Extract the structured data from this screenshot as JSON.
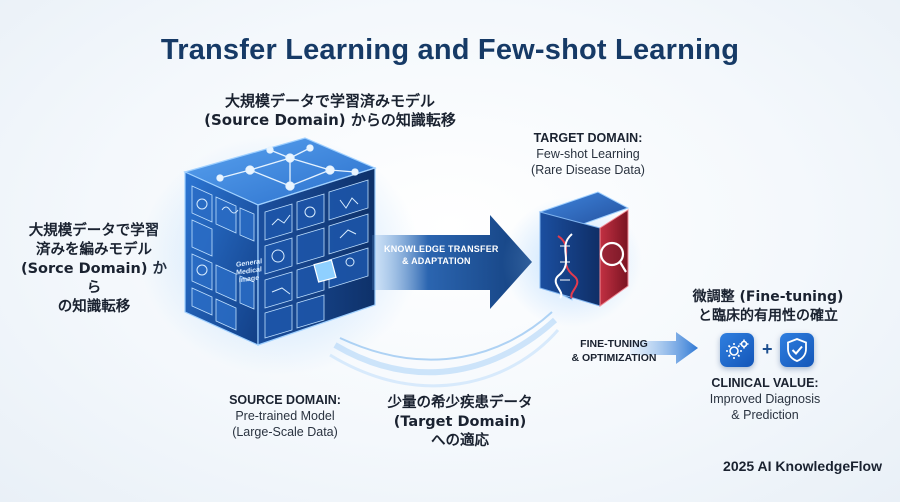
{
  "title": "Transfer Learning and Few-shot Learning",
  "source_caption_jp": {
    "line1": "大規模データで学習済みモデル",
    "line2": "(Source Domain) からの知識転移"
  },
  "left_caption_jp": {
    "line1": "大規模データで学習",
    "line2": "済みを編みモデル",
    "line3": "(Sorce Domain) から",
    "line4": "の知識転移"
  },
  "source_domain": {
    "heading": "SOURCE DOMAIN:",
    "line1": "Pre-trained Model",
    "line2": "(Large-Scale Data)"
  },
  "cube_tile_text": {
    "line1": "General",
    "line2": "Medical",
    "line3": "Image"
  },
  "knowledge_transfer": {
    "line1": "KNOWLEDGE TRANSFER",
    "line2": "& ADAPTATION"
  },
  "target_domain": {
    "heading": "TARGET DOMAIN:",
    "line1": "Few-shot Learning",
    "line2": "(Rare Disease Data)"
  },
  "bottom_caption_jp": {
    "line1": "少量の希少疾患データ",
    "line2": "(Target Domain)",
    "line3": "への適応"
  },
  "fine_tuning": {
    "line1": "FINE-TUNING",
    "line2": "& OPTIMIZATION"
  },
  "right_caption_jp": {
    "line1": "微調整 (Fine-tuning)",
    "line2": "と臨床的有用性の確立"
  },
  "clinical_value": {
    "heading": "CLINICAL VALUE:",
    "line1": "Improved Diagnosis",
    "line2": "& Prediction"
  },
  "icons": {
    "gears": "gears-icon",
    "plus": "+",
    "shield": "shield-check-icon"
  },
  "footer": "2025 AI KnowledgeFlow",
  "colors": {
    "title": "#163a66",
    "cube_blue": "#1f5fb4",
    "arrow_blue": "#1a4f96",
    "target_red": "#c8283a"
  }
}
